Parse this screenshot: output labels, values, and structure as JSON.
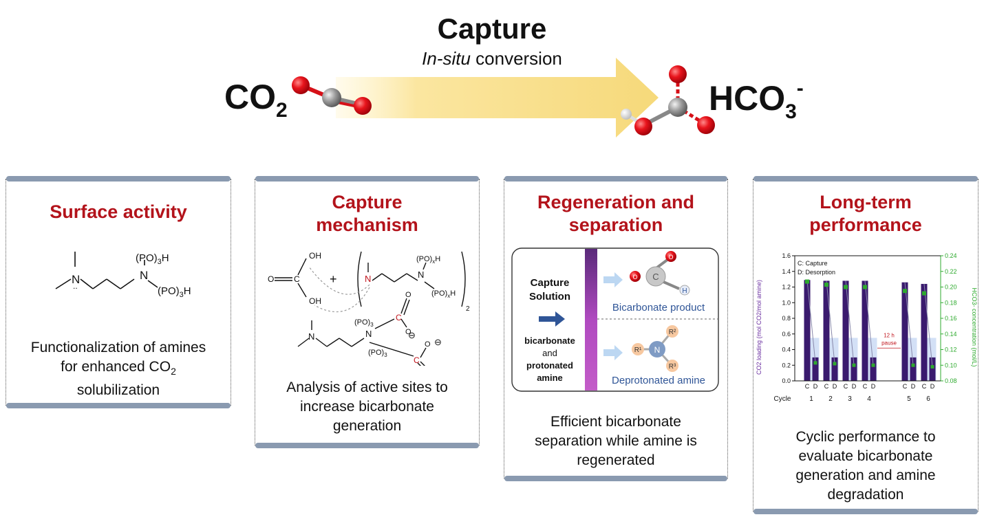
{
  "header": {
    "title": "Capture",
    "subtitle_italic": "In-situ",
    "subtitle_rest": " conversion",
    "reactant_main": "CO",
    "reactant_sub": "2",
    "product_main": "HCO",
    "product_sub": "3",
    "product_sup": "-"
  },
  "panels": [
    {
      "title_line1": "Surface activity",
      "title_line2": "",
      "desc_line1": "Functionalization of amines",
      "desc_line2_prefix": "for enhanced CO",
      "desc_line2_sub": "2",
      "desc_line3": "solubilization",
      "molecule": {
        "sub1_po": "(PO)",
        "sub1_3": "3",
        "sub1_h": "H",
        "sub2_po": "(PO)",
        "sub2_3": "3",
        "sub2_h": "H",
        "n": "N"
      }
    },
    {
      "title_line1": "Capture",
      "title_line2": "mechanism",
      "desc_line1": "Analysis of active sites to",
      "desc_line2": "increase bicarbonate",
      "desc_line3": "generation",
      "scheme": {
        "oh": "OH",
        "o": "O",
        "c": "C",
        "plus": "+",
        "n": "N",
        "po_x_h": "(PO)",
        "x": "x",
        "h": "H",
        "two": "2",
        "po3": "(PO)",
        "three": "3",
        "minus": "⊖"
      }
    },
    {
      "title_line1": "Regeneration and",
      "title_line2": "separation",
      "desc_line1": "Efficient bicarbonate",
      "desc_line2": "separation while amine is",
      "desc_line3": "regenerated",
      "inset": {
        "capture_label1": "Capture",
        "capture_label2": "Solution",
        "mix_label1": "bicarbonate",
        "mix_label2": "and",
        "mix_label3": "protonated",
        "mix_label4": "amine",
        "product_top": "Bicarbonate product",
        "product_bottom": "Deprotonated amine",
        "atom_o": "O",
        "atom_c": "C",
        "atom_h": "H",
        "atom_n": "N",
        "r1": "R¹",
        "r2": "R²",
        "r3": "R³"
      }
    },
    {
      "title_line1": "Long-term",
      "title_line2": "performance",
      "desc_line1": "Cyclic performance to",
      "desc_line2": "evaluate bicarbonate",
      "desc_line3": "generation and amine",
      "desc_line4": "degradation"
    }
  ],
  "chart_data": {
    "type": "bar",
    "legend": [
      "C: Capture",
      "D: Desorption"
    ],
    "ylabel_left": "CO2 loading (mol CO2/mol amine)",
    "ylabel_right": "HCO3- concentration (mol/L)",
    "xlabel": "Cycle",
    "ylim_left": [
      0.0,
      1.6
    ],
    "ylim_right": [
      0.08,
      0.24
    ],
    "yticks_left": [
      "0.0",
      "0.2",
      "0.4",
      "0.6",
      "0.8",
      "1.0",
      "1.2",
      "1.4",
      "1.6"
    ],
    "yticks_right": [
      "0.08",
      "0.10",
      "0.12",
      "0.14",
      "0.16",
      "0.18",
      "0.20",
      "0.22",
      "0.24"
    ],
    "cycles": [
      "1",
      "2",
      "3",
      "4",
      "5",
      "6"
    ],
    "phase_labels": [
      "C",
      "D"
    ],
    "capture_loading": [
      1.29,
      1.28,
      1.28,
      1.28,
      1.26,
      1.24
    ],
    "desorption_loading": [
      0.3,
      0.3,
      0.3,
      0.3,
      0.3,
      0.3
    ],
    "hco3_capture": [
      0.207,
      0.203,
      0.2,
      0.2,
      0.195,
      0.192
    ],
    "hco3_desorption": [
      0.103,
      0.102,
      0.1,
      0.1,
      0.1,
      0.098
    ],
    "pause_label_line1": "12 h",
    "pause_label_line2": "pause",
    "colors": {
      "bar": "#3a1a6e",
      "hco3": "#2eaa2e",
      "shade": "#aec6ef"
    }
  }
}
